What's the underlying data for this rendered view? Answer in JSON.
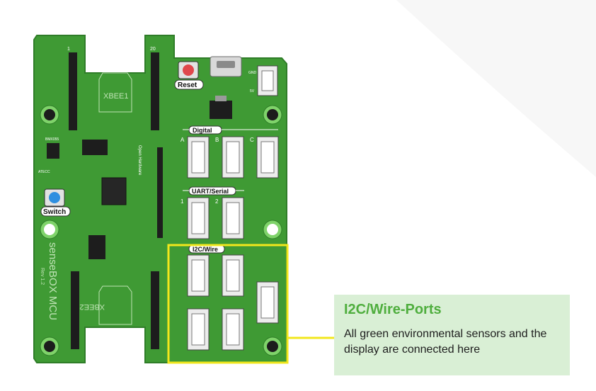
{
  "board": {
    "name_silkscreen": "senseBOX MCU",
    "revision_silkscreen": "Rev 1.2",
    "reset_label": "Reset",
    "switch_label": "Switch",
    "digital_label": "Digital",
    "uart_label": "UART/Serial",
    "i2c_label": "I2C/Wire",
    "xbee1_label": "XBEE1",
    "xbee2_label": "XBEE2",
    "pin1_label": "1",
    "pin20_label": "20",
    "gnd_label": "GND",
    "v5_label": "5V",
    "bmx_label": "BMX055",
    "atecc_label": "ATECC",
    "open_hardware_label": "Open Hardware",
    "port_a": "A",
    "port_b": "B",
    "port_c": "C",
    "port_1": "1",
    "port_2": "2"
  },
  "callout": {
    "title": "I2C/Wire-Ports",
    "body": "All green environmental sensors and the display are connected here"
  },
  "colors": {
    "pcb_green": "#3f9a34",
    "pcb_edge": "#2f7d28",
    "highlight_yellow": "#f2e71c",
    "callout_bg": "#d9efd5",
    "callout_title": "#4fae3e"
  }
}
